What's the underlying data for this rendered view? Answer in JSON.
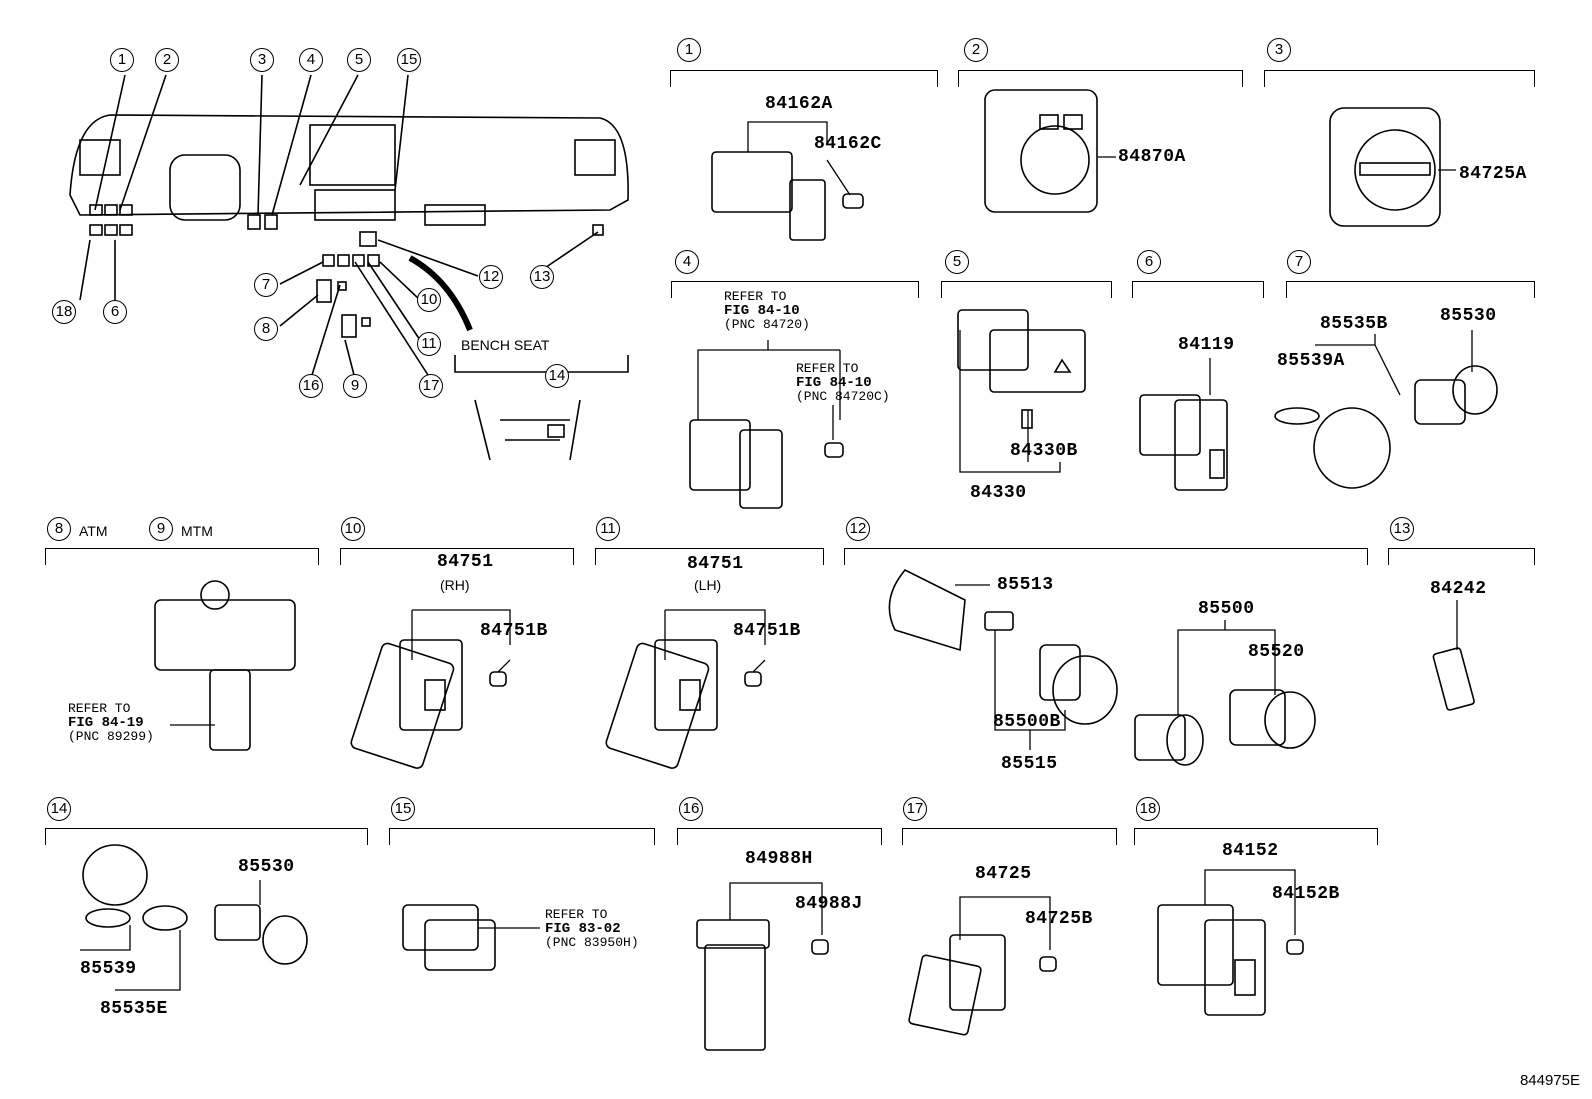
{
  "overview": {
    "callouts": [
      "1",
      "2",
      "3",
      "4",
      "5",
      "15",
      "18",
      "6",
      "7",
      "8",
      "16",
      "9",
      "17",
      "11",
      "10",
      "12",
      "13",
      "14"
    ],
    "bench_seat": "BENCH SEAT"
  },
  "sections": {
    "s1": {
      "num": "1",
      "parts": [
        "84162A",
        "84162C"
      ]
    },
    "s2": {
      "num": "2",
      "parts": [
        "84870A"
      ]
    },
    "s3": {
      "num": "3",
      "parts": [
        "84725A"
      ]
    },
    "s4": {
      "num": "4",
      "ref1": [
        "REFER TO",
        "FIG 84-10",
        "(PNC 84720)"
      ],
      "ref2": [
        "REFER TO",
        "FIG 84-10",
        "(PNC 84720C)"
      ]
    },
    "s5": {
      "num": "5",
      "parts": [
        "84330B",
        "84330"
      ]
    },
    "s6": {
      "num": "6",
      "parts": [
        "84119"
      ]
    },
    "s7": {
      "num": "7",
      "parts": [
        "85535B",
        "85530",
        "85539A"
      ]
    },
    "s8": {
      "num": "8",
      "label": "ATM",
      "ref": [
        "REFER TO",
        "FIG 84-19",
        "(PNC 89299)"
      ]
    },
    "s9": {
      "num": "9",
      "label": "MTM"
    },
    "s10": {
      "num": "10",
      "parts": [
        "84751",
        "(RH)",
        "84751B"
      ]
    },
    "s11": {
      "num": "11",
      "parts": [
        "84751",
        "(LH)",
        "84751B"
      ]
    },
    "s12": {
      "num": "12",
      "parts": [
        "85513",
        "85500",
        "85520",
        "85500B",
        "85515"
      ]
    },
    "s13": {
      "num": "13",
      "parts": [
        "84242"
      ]
    },
    "s14": {
      "num": "14",
      "parts": [
        "85530",
        "85539",
        "85535E"
      ]
    },
    "s15": {
      "num": "15",
      "ref": [
        "REFER TO",
        "FIG 83-02",
        "(PNC 83950H)"
      ]
    },
    "s16": {
      "num": "16",
      "parts": [
        "84988H",
        "84988J"
      ]
    },
    "s17": {
      "num": "17",
      "parts": [
        "84725",
        "84725B"
      ]
    },
    "s18": {
      "num": "18",
      "parts": [
        "84152",
        "84152B"
      ]
    }
  },
  "figure_id": "844975E"
}
